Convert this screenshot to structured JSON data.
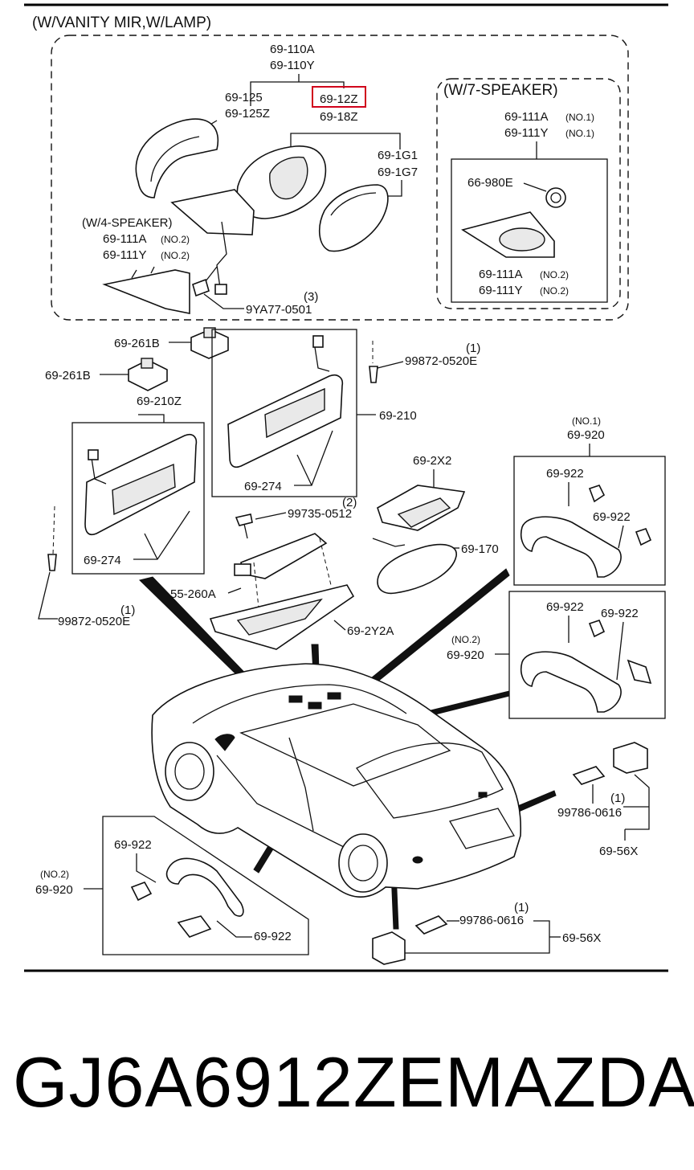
{
  "header": {
    "variant": "(W/VANITY MIR,W/LAMP)",
    "speaker7": "(W/7-SPEAKER)",
    "speaker4": "(W/4-SPEAKER)"
  },
  "labels": {
    "l69_110A": "69-110A",
    "l69_110Y": "69-110Y",
    "l69_125": "69-125",
    "l69_125Z": "69-125Z",
    "l69_12Z": "69-12Z",
    "l69_18Z": "69-18Z",
    "l69_1G1": "69-1G1",
    "l69_1G7": "69-1G7",
    "l69_111A_no1": "69-111A",
    "l69_111Y_no1": "69-111Y",
    "no1": "(NO.1)",
    "no2": "(NO.2)",
    "l66_980E": "66-980E",
    "l69_111A_no2": "69-111A",
    "l69_111Y_no2": "69-111Y",
    "l69_111A_4sp": "69-111A",
    "l69_111Y_4sp": "69-111Y",
    "l9YA77_0501": "9YA77-0501",
    "qty3": "(3)",
    "l69_261B_a": "69-261B",
    "l69_261B_b": "69-261B",
    "qty1_a": "(1)",
    "l99872_0520E_a": "99872-0520E",
    "l69_210": "69-210",
    "l69_210Z": "69-210Z",
    "l69_274_a": "69-274",
    "l69_274_b": "69-274",
    "l69_2X2": "69-2X2",
    "qty2": "(2)",
    "l99735_0512": "99735-0512",
    "l69_170": "69-170",
    "l55_260A": "55-260A",
    "l69_2Y2A": "69-2Y2A",
    "qty1_b": "(1)",
    "l99872_0520E_b": "99872-0520E",
    "grip_no1_tag": "(NO.1)",
    "grip_no1": "69-920",
    "l69_922_a": "69-922",
    "l69_922_b": "69-922",
    "grip_no2_tag": "(NO.2)",
    "grip_no2": "69-920",
    "l69_922_c": "69-922",
    "l69_922_d": "69-922",
    "qty1_c": "(1)",
    "l99786_0616_a": "99786-0616",
    "l69_56X_a": "69-56X",
    "grip_no2b_tag": "(NO.2)",
    "grip_no2b": "69-920",
    "l69_922_e": "69-922",
    "l69_922_f": "69-922",
    "qty1_d": "(1)",
    "l99786_0616_b": "99786-0616",
    "l69_56X_b": "69-56X"
  },
  "footer": {
    "part_number": "GJ6A6912ZE",
    "brand": "MAZDA"
  },
  "colors": {
    "highlight": "#d0021b",
    "ink": "#111111"
  }
}
